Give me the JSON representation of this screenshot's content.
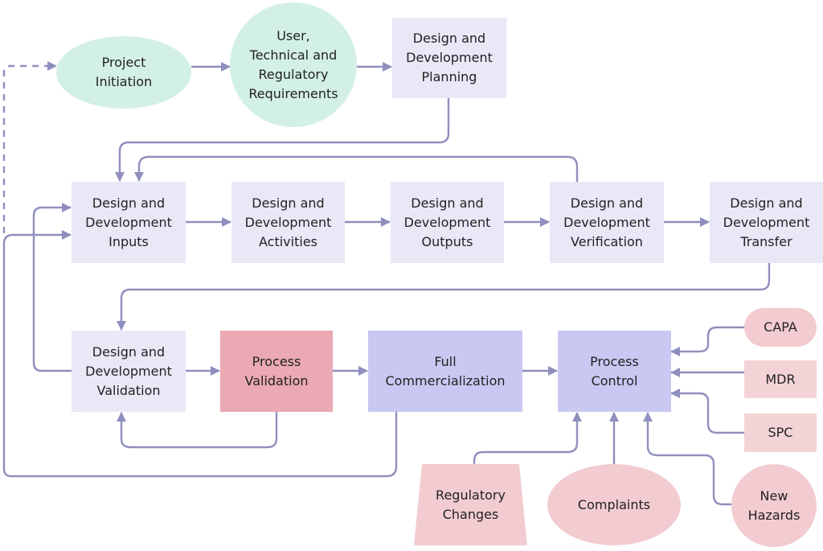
{
  "nodes": {
    "project_initiation": "Project\nInitiation",
    "requirements": "User,\nTechnical and\nRegulatory\nRequirements",
    "planning": "Design and\nDevelopment\nPlanning",
    "inputs": "Design and\nDevelopment\nInputs",
    "activities": "Design and\nDevelopment\nActivities",
    "outputs": "Design and\nDevelopment\nOutputs",
    "verification": "Design and\nDevelopment\nVerification",
    "transfer": "Design and\nDevelopment\nTransfer",
    "validation": "Design and\nDevelopment\nValidation",
    "process_validation": "Process\nValidation",
    "full_commercialization": "Full\nCommercialization",
    "process_control": "Process\nControl",
    "capa": "CAPA",
    "mdr": "MDR",
    "spc": "SPC",
    "regulatory_changes": "Regulatory\nChanges",
    "complaints": "Complaints",
    "new_hazards": "New\nHazards"
  },
  "colors": {
    "connector": "#8f8fbf",
    "lavender_box": "#e9e8f7",
    "blue_box": "#c9c8f2",
    "process_validation": "#eaa9b3",
    "mint_ellipse": "#d3f0e4",
    "pink_shape": "#f2ccd1"
  }
}
